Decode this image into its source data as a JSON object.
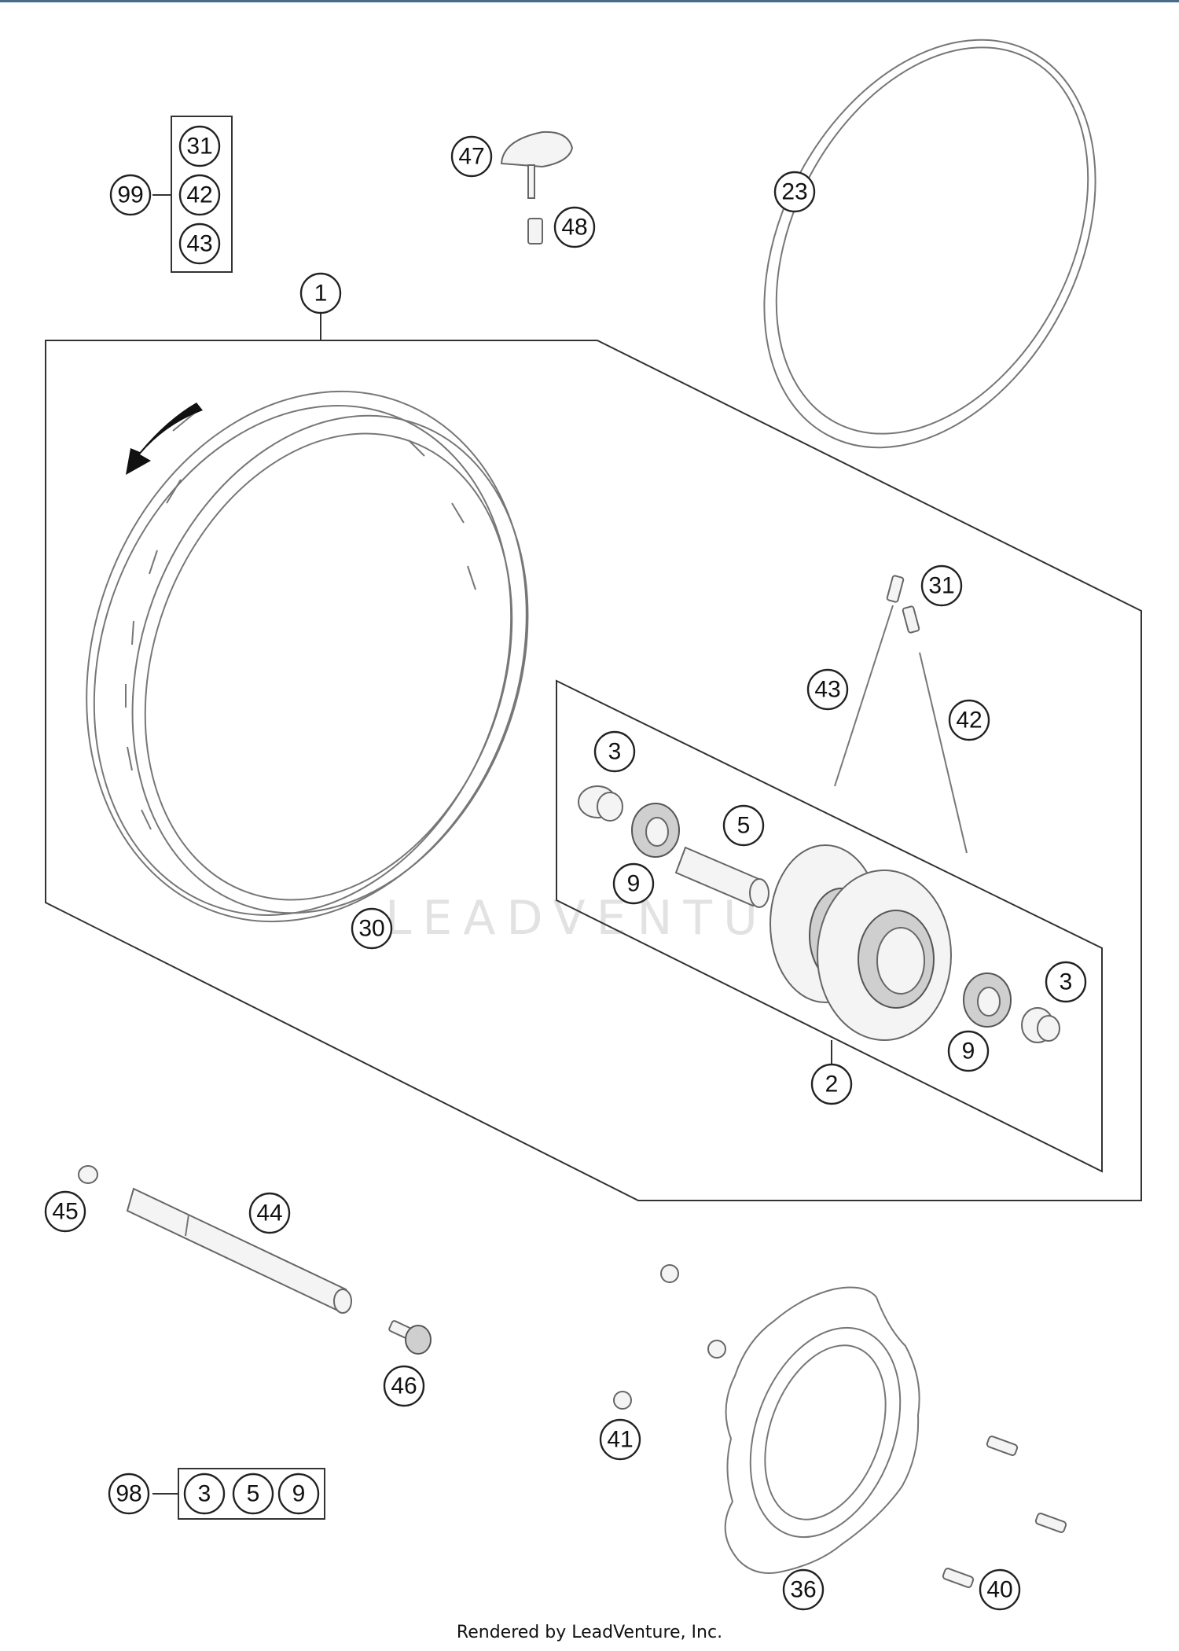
{
  "diagram": {
    "watermark": "LEADVENTURE",
    "callouts": {
      "c31a": "31",
      "c42a": "42",
      "c43a": "43",
      "c99": "99",
      "c47": "47",
      "c48": "48",
      "c23": "23",
      "c1": "1",
      "c30": "30",
      "c31b": "31",
      "c43b": "43",
      "c42b": "42",
      "c3a": "3",
      "c5": "5",
      "c9a": "9",
      "c3b": "3",
      "c9b": "9",
      "c2": "2",
      "c45": "45",
      "c44": "44",
      "c46": "46",
      "c41": "41",
      "c36": "36",
      "c40": "40",
      "c98": "98",
      "c3c": "3",
      "c5b": "5",
      "c9c": "9"
    }
  },
  "footer": {
    "text": "Rendered by LeadVenture, Inc."
  }
}
